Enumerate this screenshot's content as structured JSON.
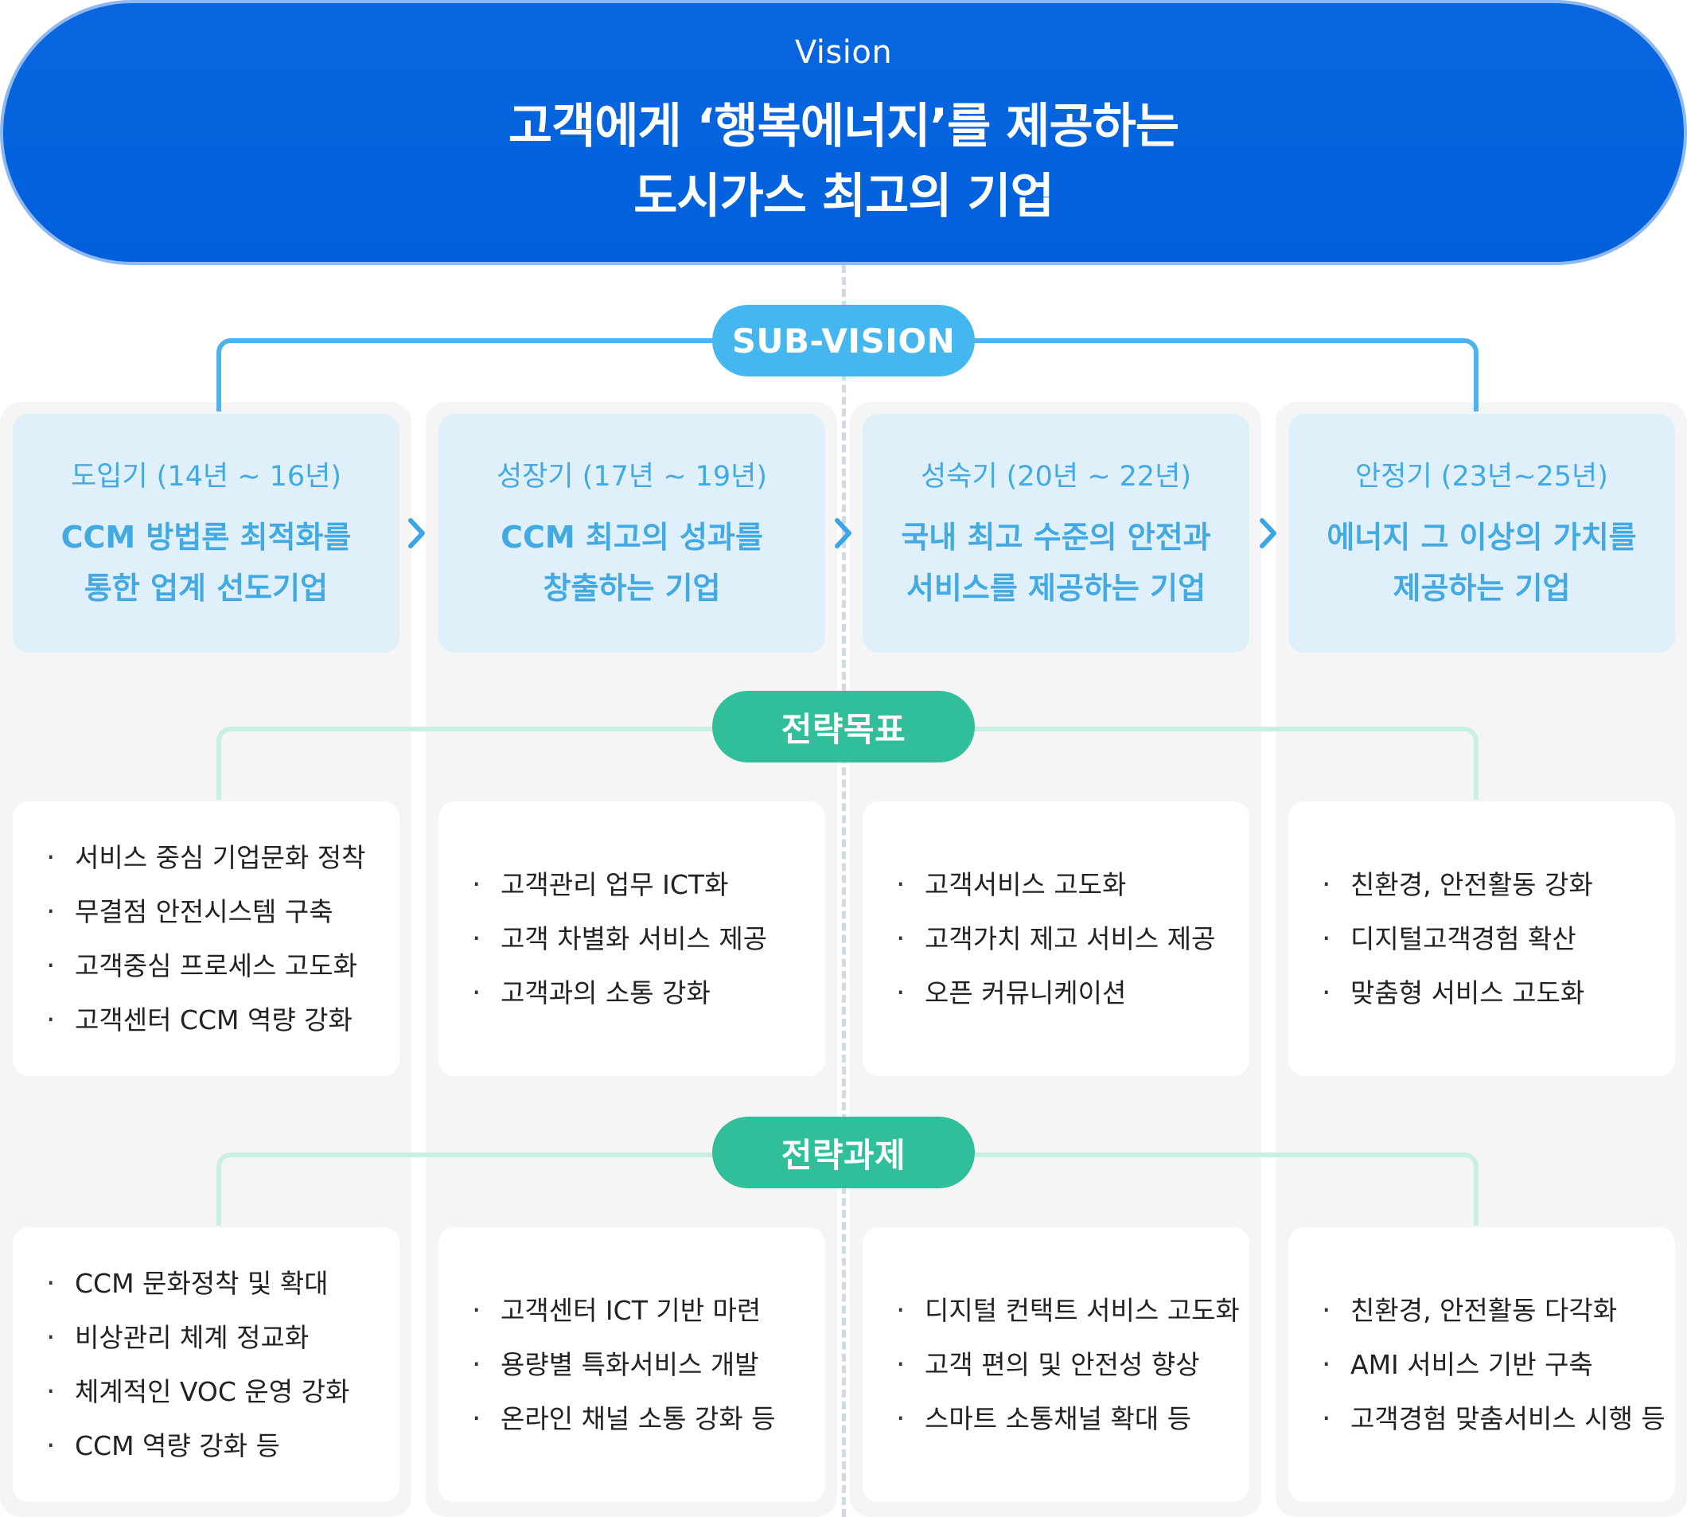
{
  "vision": {
    "label": "Vision",
    "line1": "고객에게 ‘행복에너지’를 제공하는",
    "line2": "도시가스 최고의 기업"
  },
  "sub_vision": {
    "label": "SUB-VISION",
    "phases": [
      {
        "period": "도입기 (14년 ~ 16년)",
        "line1": "CCM 방법론 최적화를",
        "line2": "통한 업계 선도기업"
      },
      {
        "period": "성장기 (17년 ~ 19년)",
        "line1": "CCM 최고의 성과를",
        "line2": "창출하는 기업"
      },
      {
        "period": "성숙기 (20년 ~ 22년)",
        "line1": "국내 최고 수준의 안전과",
        "line2": "서비스를 제공하는 기업"
      },
      {
        "period": "안정기 (23년~25년)",
        "line1": "에너지 그 이상의 가치를",
        "line2": "제공하는 기업"
      }
    ]
  },
  "strategic_goals": {
    "label": "전략목표",
    "columns": [
      [
        "서비스 중심 기업문화 정착",
        "무결점 안전시스템 구축",
        "고객중심 프로세스 고도화",
        "고객센터 CCM 역량 강화"
      ],
      [
        "고객관리 업무 ICT화",
        "고객 차별화 서비스 제공",
        "고객과의 소통 강화"
      ],
      [
        "고객서비스 고도화",
        "고객가치 제고 서비스 제공",
        "오픈 커뮤니케이션"
      ],
      [
        "친환경, 안전활동 강화",
        "디지털고객경험 확산",
        "맞춤형 서비스 고도화"
      ]
    ]
  },
  "strategic_tasks": {
    "label": "전략과제",
    "columns": [
      [
        "CCM 문화정착 및 확대",
        "비상관리 체계 정교화",
        "체계적인 VOC 운영 강화",
        "CCM 역량 강화 등"
      ],
      [
        "고객센터 ICT 기반 마련",
        "용량별 특화서비스 개발",
        "온라인 채널 소통 강화 등"
      ],
      [
        "디지털 컨택트 서비스 고도화",
        "고객 편의 및 안전성 향상",
        "스마트 소통채널 확대 등"
      ],
      [
        "친환경, 안전활동 다각화",
        "AMI 서비스 기반 구축",
        "고객경험 맞춤서비스 시행 등"
      ]
    ]
  },
  "icons": {
    "arrow": "chevron-right-icon"
  },
  "colors": {
    "vision": "#0060dc",
    "subvision": "#45b6ee",
    "strategy": "#30bf9a",
    "phase_bg": "#dff0fb"
  }
}
